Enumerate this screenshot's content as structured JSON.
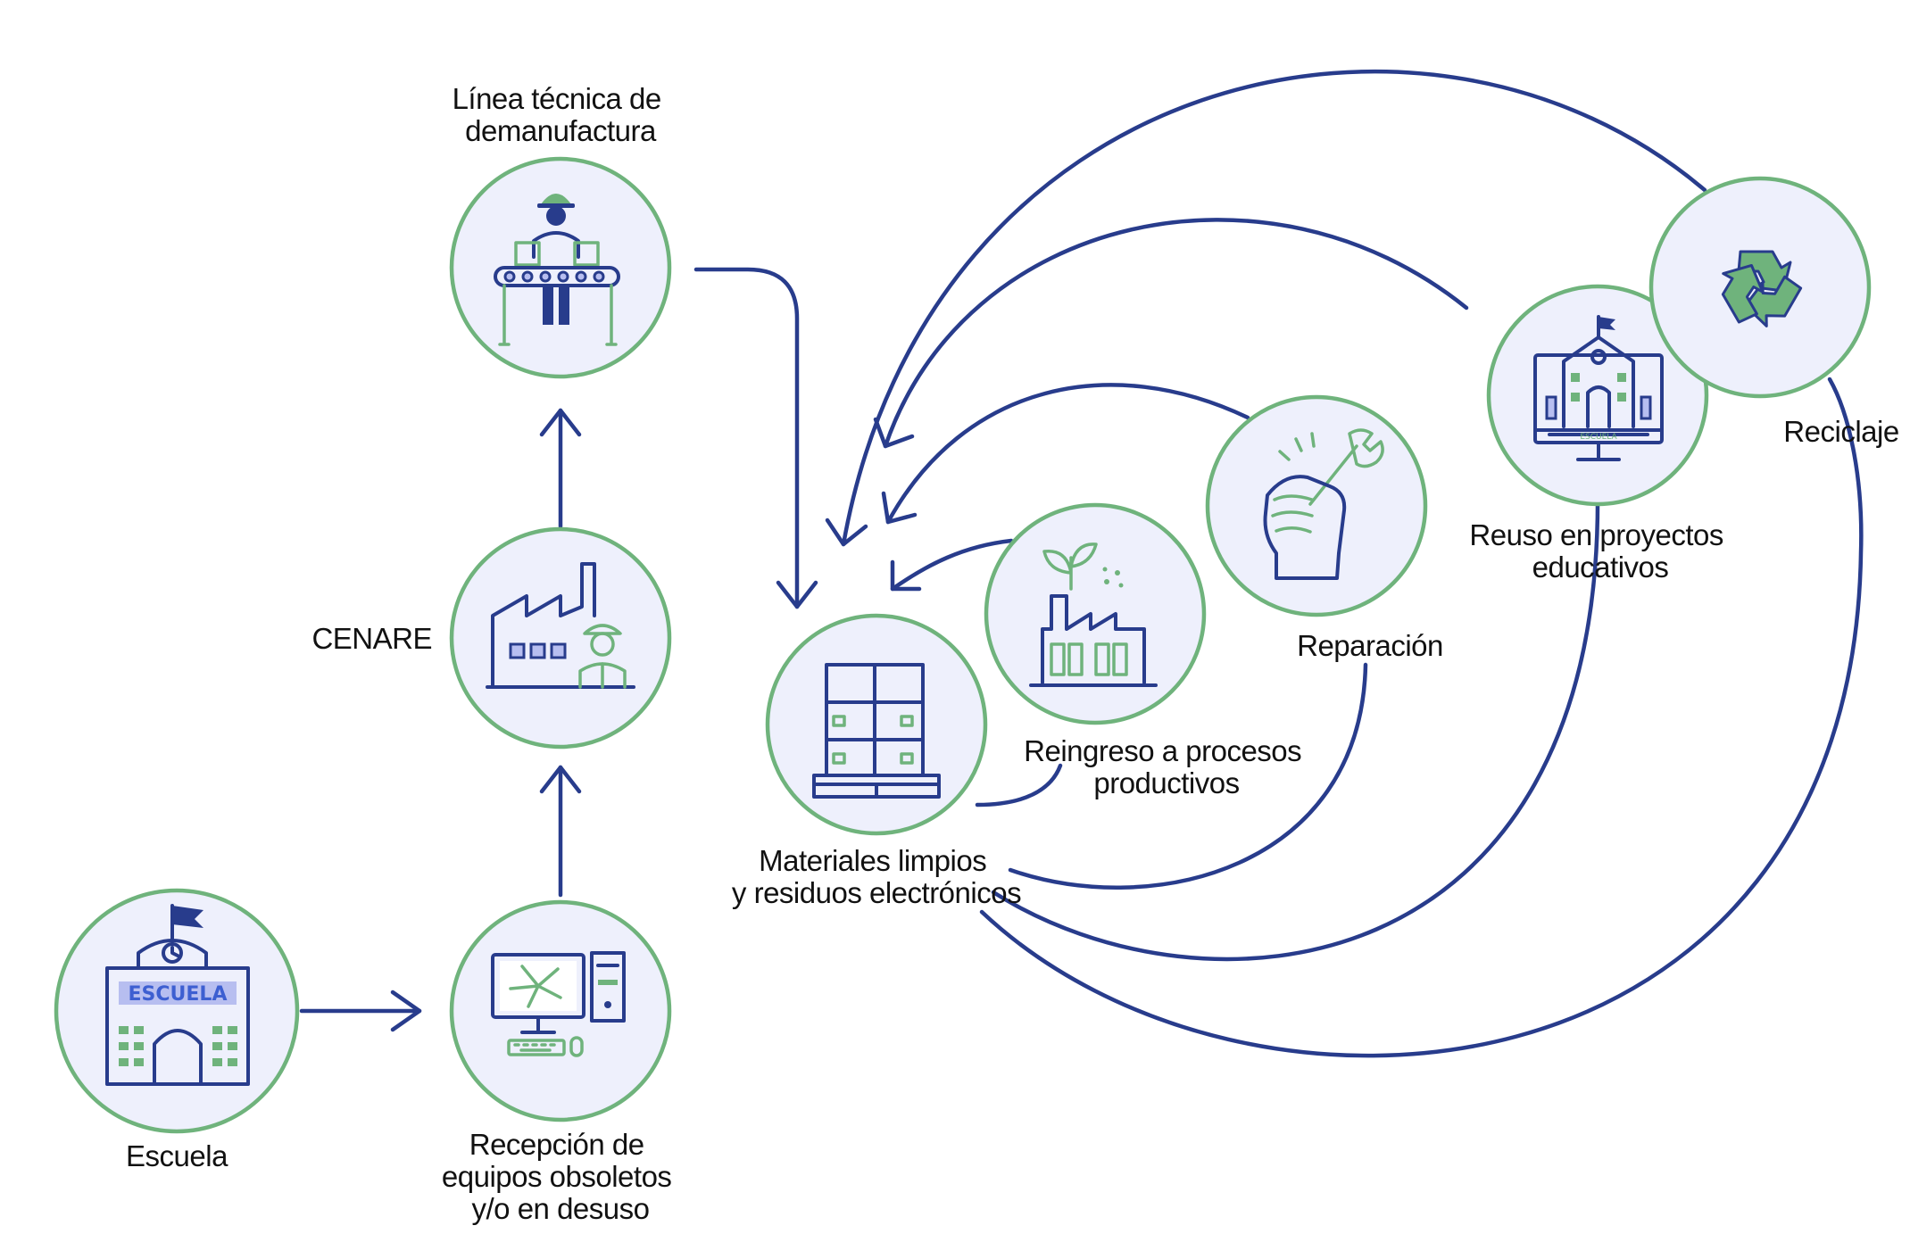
{
  "colors": {
    "arrow": "#283c8c",
    "circle_stroke": "#6fb37c",
    "circle_fill": "#eef0fc",
    "icon_blue": "#283c8c",
    "icon_green": "#6fb37c",
    "icon_light": "#b7bef0"
  },
  "nodes": {
    "escuela": {
      "lines": [
        "Escuela"
      ],
      "icon": "school-building-icon",
      "sign": "ESCUELA"
    },
    "recepcion": {
      "lines": [
        "Recepción de",
        "equipos obsoletos",
        "y/o en desuso"
      ],
      "icon": "broken-computer-icon"
    },
    "cenare": {
      "lines": [
        "CENARE"
      ],
      "icon": "factory-worker-icon"
    },
    "linea": {
      "lines": [
        "Línea técnica de",
        "demanufactura"
      ],
      "icon": "conveyor-worker-icon"
    },
    "materiales": {
      "lines": [
        "Materiales limpios",
        "y residuos electrónicos"
      ],
      "icon": "pallet-boxes-icon"
    },
    "reingreso": {
      "lines": [
        "Reingreso a procesos",
        "productivos"
      ],
      "icon": "green-factory-icon"
    },
    "reparacion": {
      "lines": [
        "Reparación"
      ],
      "icon": "hand-wrench-icon"
    },
    "reuso": {
      "lines": [
        "Reuso en proyectos",
        "educativos"
      ],
      "icon": "school-monitor-icon",
      "sign": "ESCUELA"
    },
    "reciclaje": {
      "lines": [
        "Reciclaje"
      ],
      "icon": "recycle-icon"
    }
  }
}
